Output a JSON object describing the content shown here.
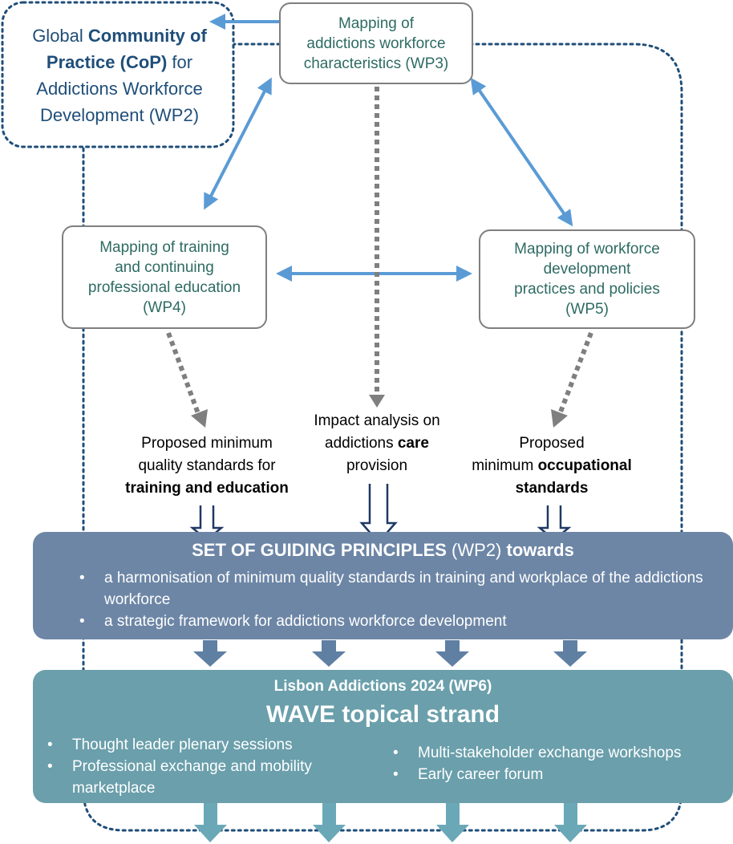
{
  "cop": {
    "line1_plain": "Global ",
    "line1_bold": "Community of",
    "line2_bold": "Practice (CoP)",
    "line2_plain": " for",
    "line3": "Addictions Workforce",
    "line4": "Development (WP2)"
  },
  "wp3": {
    "lines": [
      "Mapping of",
      "addictions workforce",
      "characteristics (WP3)"
    ]
  },
  "wp4": {
    "lines": [
      "Mapping of training",
      "and continuing",
      "professional education",
      "(WP4)"
    ]
  },
  "wp5": {
    "lines": [
      "Mapping of workforce",
      "development",
      "practices and policies",
      "(WP5)"
    ]
  },
  "outputs": {
    "training": {
      "line1": "Proposed  minimum",
      "line2": "quality standards for",
      "line3_bold": "training and education"
    },
    "care": {
      "line1": "Impact analysis on",
      "line2_plain": "addictions ",
      "line2_bold": "care",
      "line3": "provision"
    },
    "occupational": {
      "line1": "Proposed",
      "line2_plain": "minimum ",
      "line2_bold": "occupational",
      "line3_bold": "standards"
    }
  },
  "guiding": {
    "title_bold": "SET OF GUIDING PRINCIPLES",
    "title_plain": " (WP2) ",
    "title_bold2": "towards",
    "bullets": [
      "a harmonisation of minimum quality standards in training and workplace of the addictions workforce",
      "a strategic framework for addictions workforce development"
    ]
  },
  "lisbon": {
    "subtitle": "Lisbon Addictions 2024 (WP6)",
    "title": "WAVE topical strand",
    "bullets_left": [
      "Thought leader plenary sessions",
      "Professional exchange and mobility marketplace"
    ],
    "bullets_right": [
      "Multi-stakeholder exchange workshops",
      "Early career forum"
    ]
  },
  "colors": {
    "dotted_border": "#1f4e79",
    "blue_arrow": "#5b9bd5",
    "grey_arrow": "#7f7f7f",
    "outline_arrow": "#1f3864",
    "band_guiding": "#6d86a6",
    "band_lisbon": "#6a9fab",
    "arrow_guiding": "#5f7fa3",
    "arrow_lisbon": "#6aa8b8",
    "wp_text": "#2e6b63"
  }
}
